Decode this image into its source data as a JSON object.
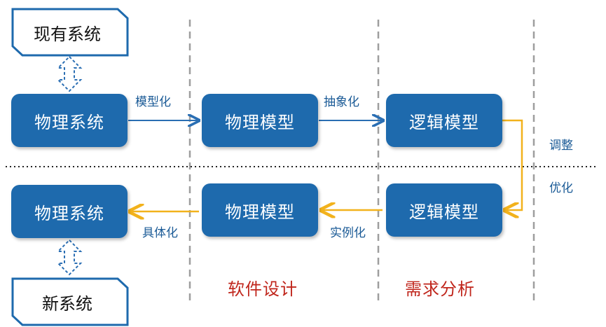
{
  "nodes": {
    "existing_system": "现有系统",
    "physical_system_top": "物理系统",
    "physical_model_top": "物理模型",
    "logical_model_top": "逻辑模型",
    "physical_system_bottom": "物理系统",
    "physical_model_bottom": "物理模型",
    "logical_model_bottom": "逻辑模型",
    "new_system": "新系统"
  },
  "edges": {
    "modeling": "模型化",
    "abstraction": "抽象化",
    "instantiation": "实例化",
    "concretization": "具体化"
  },
  "sections": {
    "software_design": "软件设计",
    "requirements_analysis": "需求分析"
  },
  "side": {
    "adjust": "调整",
    "optimize": "优化"
  },
  "colors": {
    "node_fill": "#1e6aad",
    "blue_arrow": "#2a6eb3",
    "orange_arrow": "#f2b21c",
    "section_text": "#c0261c"
  }
}
